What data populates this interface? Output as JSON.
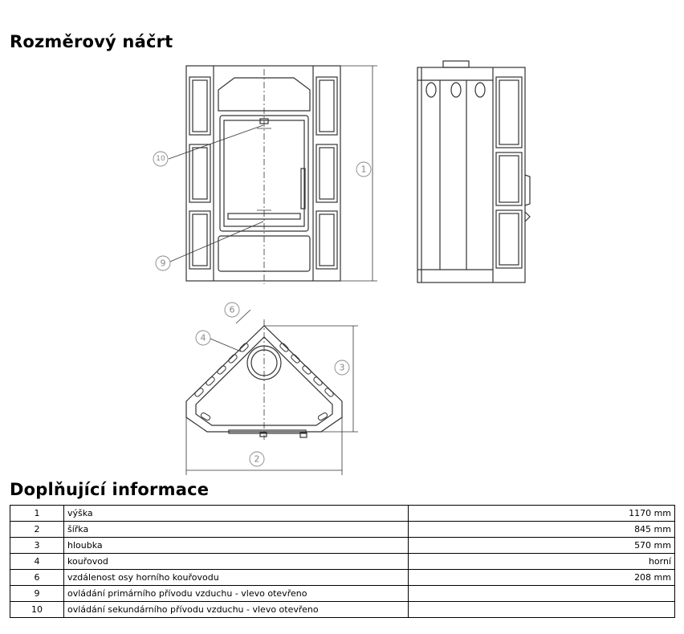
{
  "headings": {
    "sketch": "Rozměrový náčrt",
    "info": "Doplňující informace"
  },
  "callouts": [
    "1",
    "2",
    "3",
    "4",
    "6",
    "9",
    "10"
  ],
  "table": [
    {
      "num": "1",
      "desc": "výška",
      "value": "1170 mm"
    },
    {
      "num": "2",
      "desc": "šířka",
      "value": "845 mm"
    },
    {
      "num": "3",
      "desc": "hloubka",
      "value": "570 mm"
    },
    {
      "num": "4",
      "desc": "kouřovod",
      "value": "horní"
    },
    {
      "num": "6",
      "desc": "vzdálenost osy horního kouřovodu",
      "value": "208 mm"
    },
    {
      "num": "9",
      "desc": "ovládání primárního přívodu vzduchu - vlevo otevřeno",
      "value": ""
    },
    {
      "num": "10",
      "desc": "ovládání sekundárního přívodu vzduchu - vlevo otevřeno",
      "value": ""
    }
  ]
}
